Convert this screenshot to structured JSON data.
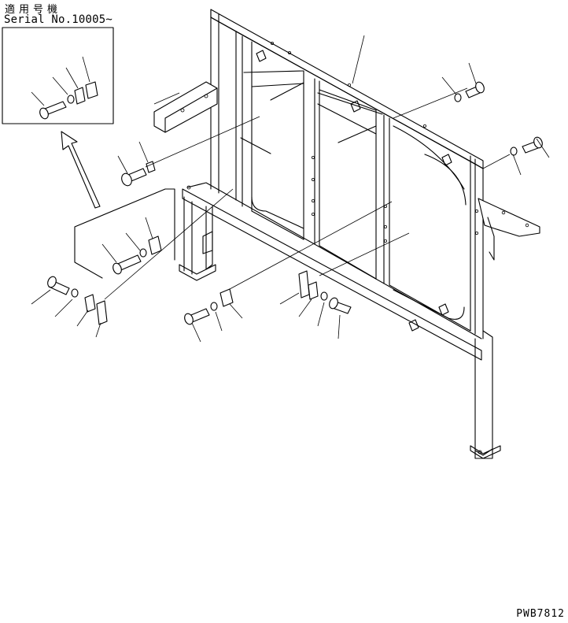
{
  "header": {
    "applicable_serial_label": "適用号機",
    "serial_range": "Serial No.10005~"
  },
  "footer": {
    "drawing_code": "PWB7812"
  }
}
